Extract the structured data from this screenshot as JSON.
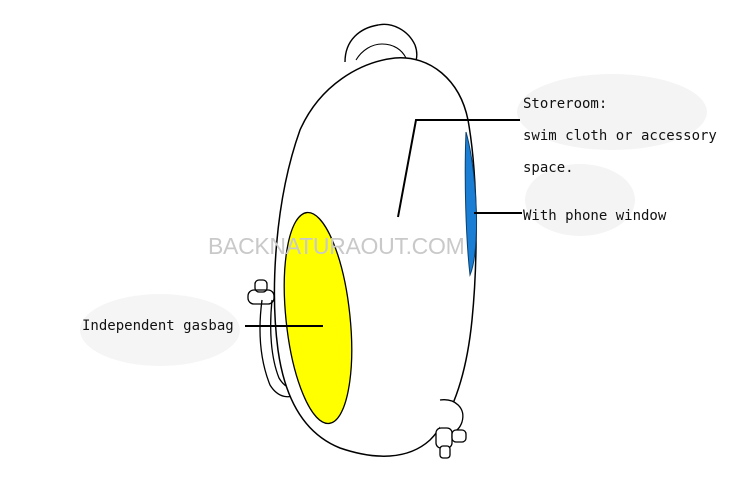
{
  "watermark": "BACKNATURAOUT.COM",
  "labels": {
    "storeroom_title": "Storeroom:",
    "storeroom_line2": "swim cloth or accessory",
    "storeroom_line3": "space.",
    "phone_window": "With phone window",
    "gasbag": "Independent gasbag"
  },
  "colors": {
    "gasbag_fill": "#ffff00",
    "window_fill": "#1a7fd4",
    "outline": "#000000",
    "watermark": "#c9c9c9",
    "blob": "#f3f3f3"
  },
  "icons": {
    "bag": "backpack-dry-bag-outline",
    "gasbag": "yellow-ellipse",
    "window": "blue-phone-window"
  }
}
